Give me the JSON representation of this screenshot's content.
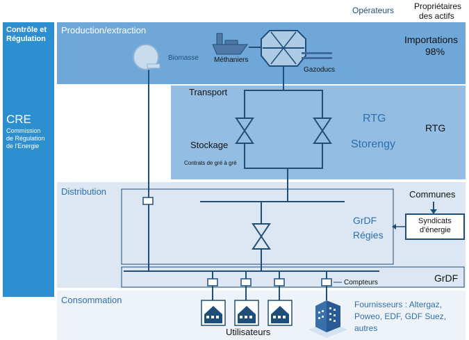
{
  "header": {
    "operators": "Opérateurs",
    "owners_line1": "Propriétaires",
    "owners_line2": "des actifs"
  },
  "regulation": {
    "title_line1": "Contrôle et",
    "title_line2": "Régulation",
    "cre": "CRE",
    "cre_line1": "Commission",
    "cre_line2": "de Régulation",
    "cre_line3": "de l'Energie"
  },
  "production": {
    "section": "Production/extraction",
    "biomasse": "Biomasse",
    "methaniers": "Méthaniers",
    "gazoducs": "Gazoducs",
    "imports_line1": "Importations",
    "imports_line2": "98%"
  },
  "transport": {
    "section": "Transport",
    "stockage": "Stockage",
    "contrats": "Contrats de gré à gré",
    "rtg_operator": "RTG",
    "storengy": "Storengy",
    "rtg_owner": "RTG"
  },
  "distribution": {
    "section": "Distribution",
    "communes": "Communes",
    "syndicats_line1": "Syndicats",
    "syndicats_line2": "d'énergie",
    "grdf": "GrDF",
    "regies": "Régies",
    "grdf_owner": "GrDF",
    "compteurs": "Compteurs"
  },
  "consommation": {
    "section": "Consommation",
    "utilisateurs": "Utilisateurs",
    "fournisseurs_line1": "Fournisseurs : Altergaz,",
    "fournisseurs_line2": "Poweo, EDF, GDF Suez,",
    "fournisseurs_line3": "autres"
  },
  "colors": {
    "regulation_bar": "#2e8fd0",
    "production_band": "#6fa8d8",
    "transport_band": "#93bde3",
    "distribution_band": "#dce7f3",
    "consommation_band": "#eef3f9",
    "pipe": "#1f4e79"
  }
}
